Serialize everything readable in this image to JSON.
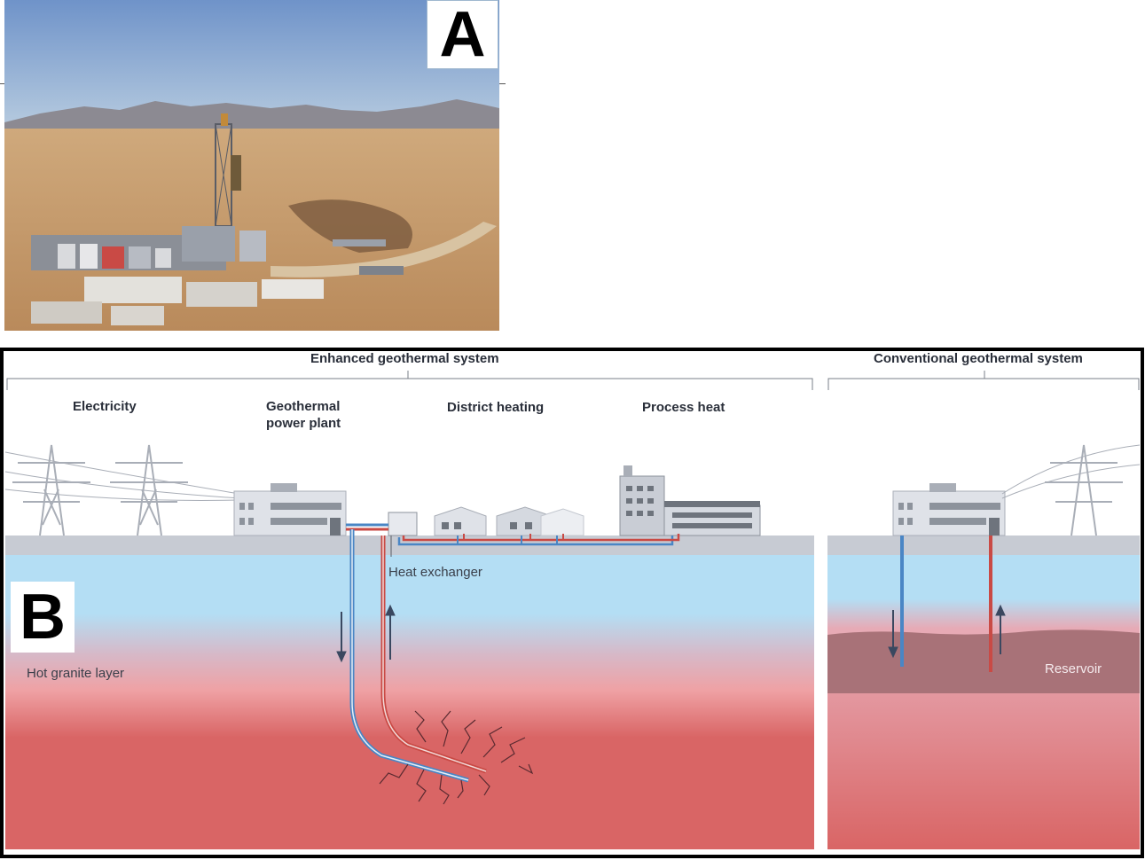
{
  "panels": {
    "a": {
      "letter": "A"
    },
    "b": {
      "letter": "B",
      "headers": {
        "enhanced": "Enhanced geothermal system",
        "conventional": "Conventional geothermal system"
      },
      "categories": {
        "electricity": "Electricity",
        "power_plant_line1": "Geothermal",
        "power_plant_line2": "power plant",
        "district_heating": "District heating",
        "process_heat": "Process heat"
      },
      "annotations": {
        "heat_exchanger": "Heat exchanger",
        "hot_granite": "Hot granite layer",
        "reservoir": "Reservoir"
      },
      "colors": {
        "cold_water": "#4a86c5",
        "hot_water": "#c94a45",
        "sky_layer": "#b4def4",
        "hot_layer": "#d96565",
        "reservoir": "#a87278",
        "ground": "#c7cbd3",
        "frame": "#000000"
      }
    }
  }
}
